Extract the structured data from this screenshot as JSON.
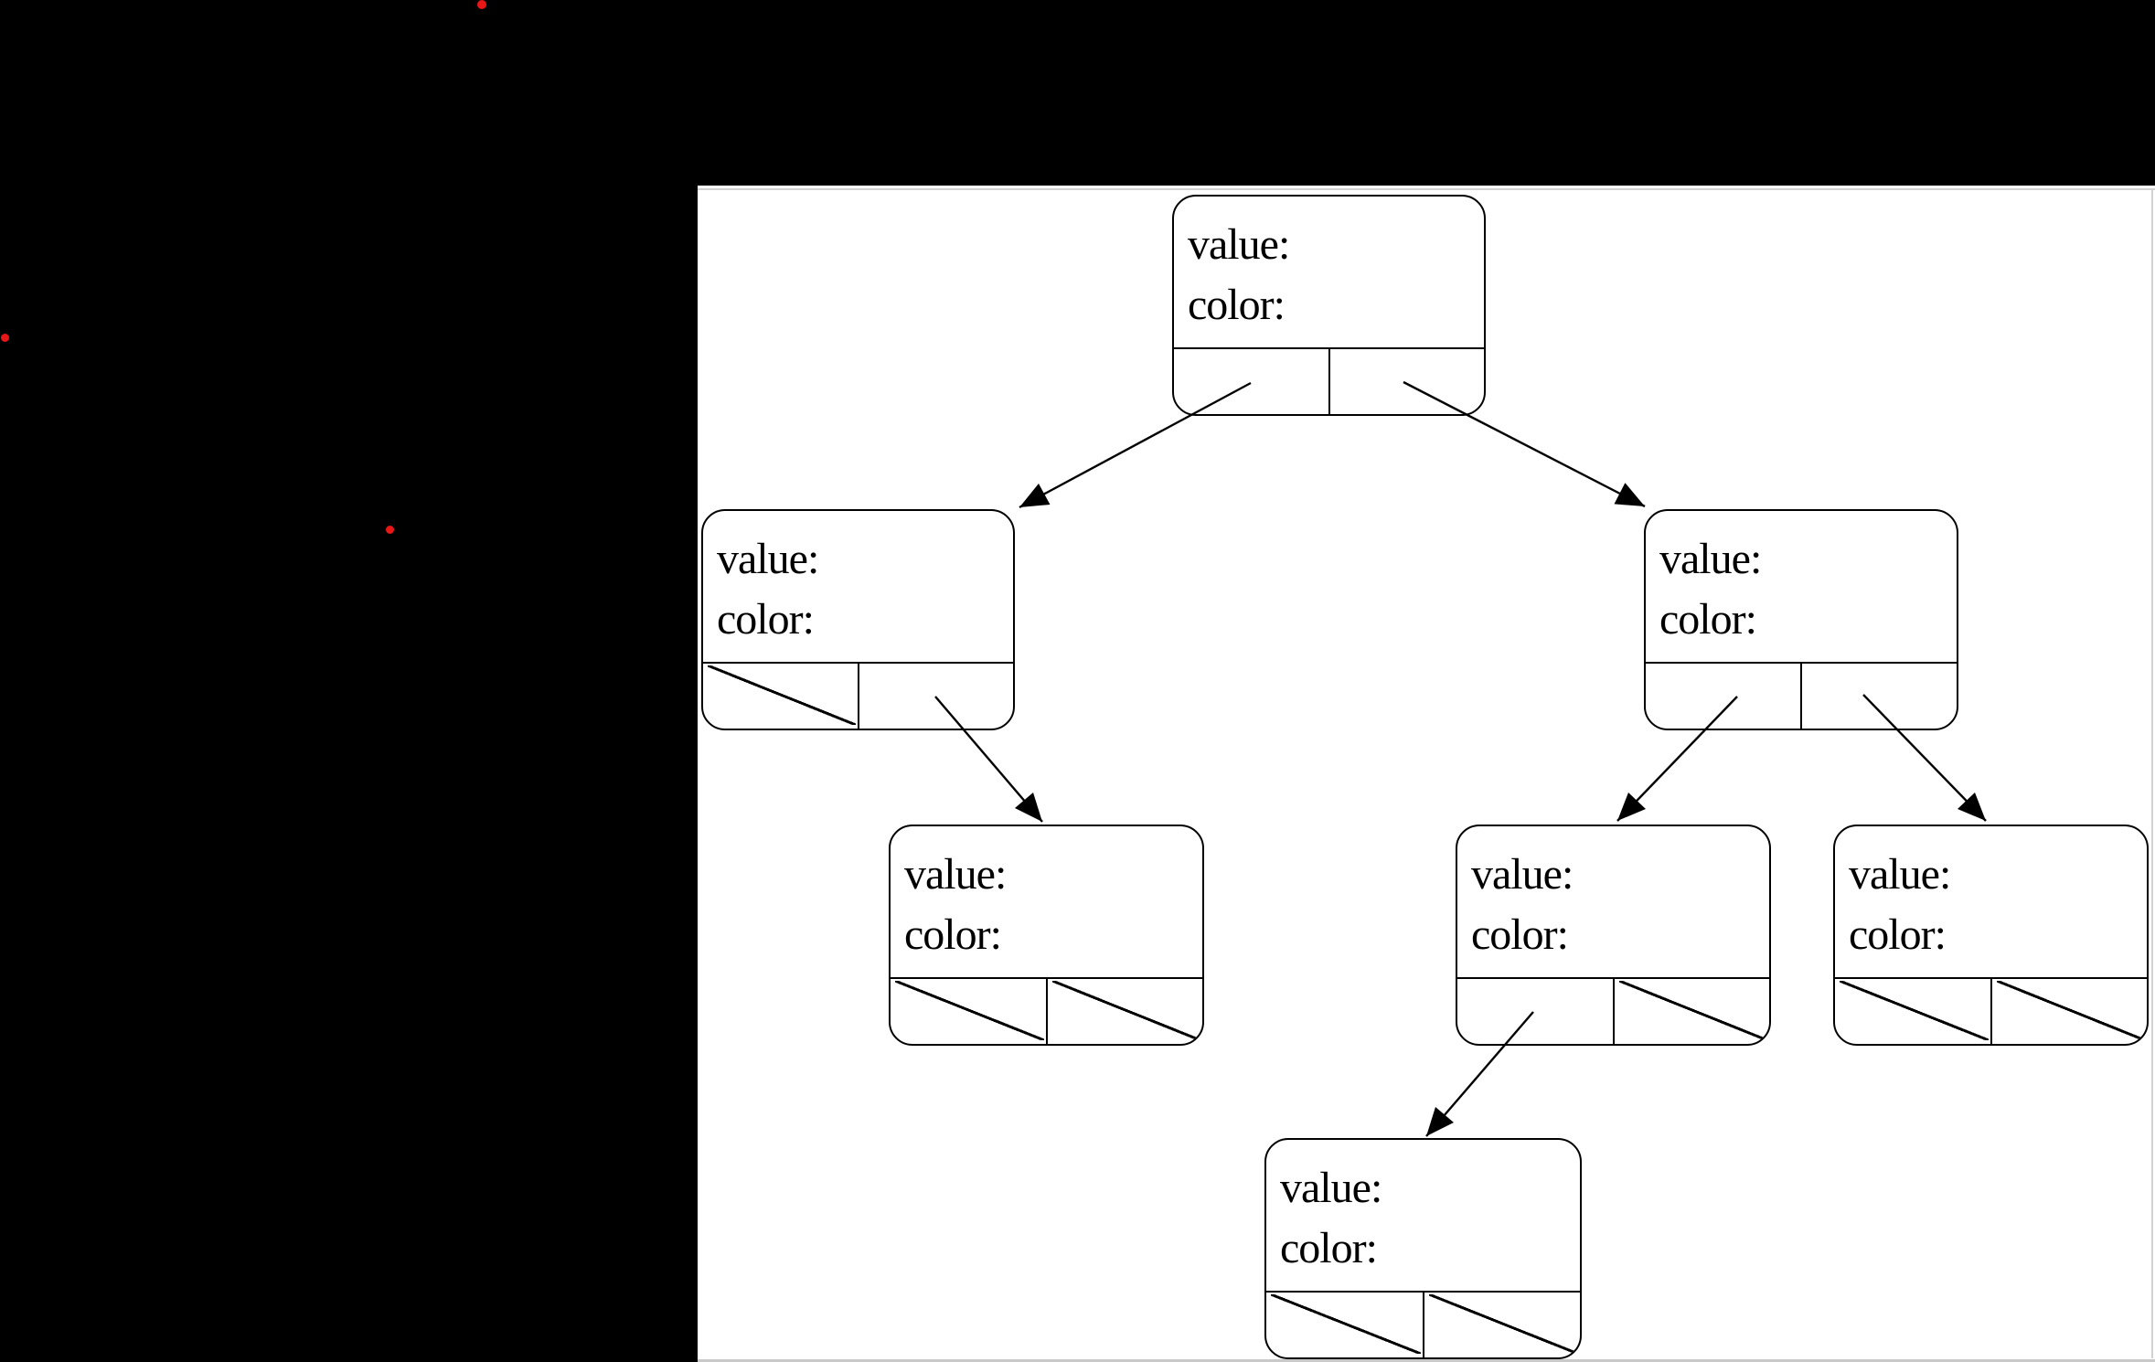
{
  "colors": {
    "page_background": "#000000",
    "canvas_background": "#ffffff",
    "line": "#000000",
    "red_dot": "#e81616"
  },
  "nodes": [
    {
      "id": "root",
      "value_label": "value:",
      "color_label": "color:",
      "left_pointer": "child",
      "right_pointer": "child"
    },
    {
      "id": "left-child",
      "value_label": "value:",
      "color_label": "color:",
      "left_pointer": "null",
      "right_pointer": "child"
    },
    {
      "id": "right-child",
      "value_label": "value:",
      "color_label": "color:",
      "left_pointer": "child",
      "right_pointer": "child"
    },
    {
      "id": "left-right-grandchild",
      "value_label": "value:",
      "color_label": "color:",
      "left_pointer": "null",
      "right_pointer": "null"
    },
    {
      "id": "right-left-grandchild",
      "value_label": "value:",
      "color_label": "color:",
      "left_pointer": "child",
      "right_pointer": "null"
    },
    {
      "id": "right-right-grandchild",
      "value_label": "value:",
      "color_label": "color:",
      "left_pointer": "null",
      "right_pointer": "null"
    },
    {
      "id": "right-left-left-great-grandchild",
      "value_label": "value:",
      "color_label": "color:",
      "left_pointer": "null",
      "right_pointer": "null"
    }
  ],
  "edges": [
    {
      "from": "root",
      "pointer": "left",
      "to": "left-child"
    },
    {
      "from": "root",
      "pointer": "right",
      "to": "right-child"
    },
    {
      "from": "left-child",
      "pointer": "right",
      "to": "left-right-grandchild"
    },
    {
      "from": "right-child",
      "pointer": "left",
      "to": "right-left-grandchild"
    },
    {
      "from": "right-child",
      "pointer": "right",
      "to": "right-right-grandchild"
    },
    {
      "from": "right-left-grandchild",
      "pointer": "left",
      "to": "right-left-left-great-grandchild"
    }
  ]
}
